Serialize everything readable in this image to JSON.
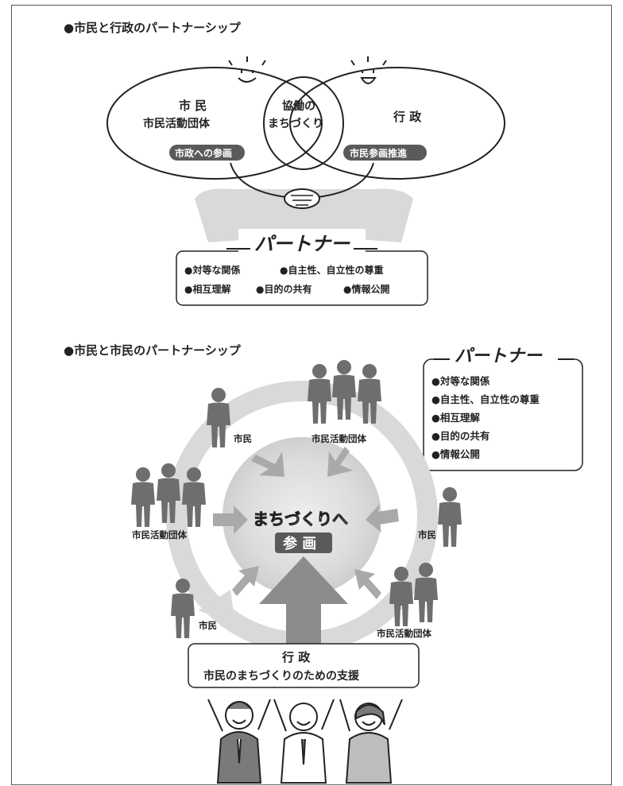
{
  "section1": {
    "title": "●市民と行政のパートナーシップ",
    "left_circle": {
      "line1": "市 民",
      "line2": "市民活動団体",
      "badge": "市政への参画"
    },
    "overlap": {
      "line1": "協働の",
      "line2": "まちづくり"
    },
    "right_circle": {
      "label": "行 政",
      "badge": "市民参画推進"
    },
    "partner_title": "パートナー",
    "principles": [
      "●対等な関係",
      "●自主性、自立性の尊重",
      "●相互理解",
      "●目的の共有",
      "●情報公開"
    ]
  },
  "section2": {
    "title": "●市民と市民のパートナーシップ",
    "partner_box": {
      "title": "パートナー",
      "items": [
        "●対等な関係",
        "●自主性、自立性の尊重",
        "●相互理解",
        "●目的の共有",
        "●情報公開"
      ]
    },
    "center": {
      "line1": "まちづくりへ",
      "line2": "参 画"
    },
    "actors": {
      "citizen_top": "市民",
      "group_top": "市民活動団体",
      "group_left": "市民活動団体",
      "citizen_right": "市民",
      "citizen_bottom_left": "市民",
      "group_bottom_right": "市民活動団体"
    },
    "government": {
      "line1": "行 政",
      "line2": "市民のまちづくりのための支援"
    }
  },
  "colors": {
    "figure_gray": "#6e6e6e",
    "light_gray": "#d9d9d9",
    "mid_gray": "#c4c4c4",
    "badge_dark": "#5a5a5a",
    "ink": "#222222"
  }
}
